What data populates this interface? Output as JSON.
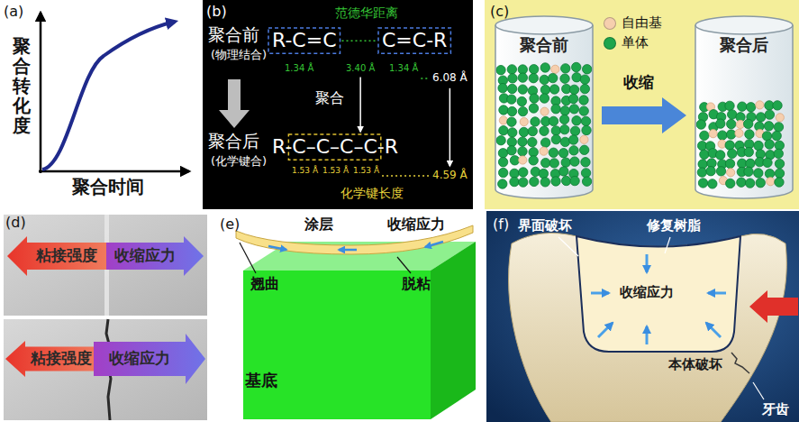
{
  "diagram": {
    "nodes": [
      {
        "text": [
          "聚合前"
        ]
      },
      {
        "text": [
          "聚合后"
        ]
      },
      {
        "text": [
          "粘接强度"
        ]
      },
      {
        "text": [
          "收缩应力"
        ]
      },
      {
        "text": [
          "粘接强度"
        ]
      },
      {
        "text": [
          "收缩应力"
        ]
      }
    ],
    "labels": [
      "(a)",
      "聚合转化度",
      "聚合时间",
      "(b)",
      "范德华距离",
      "聚合前",
      "(物理结合)",
      "R-C=C",
      "C=C-R",
      "1.34 Å",
      "3.40 Å",
      "1.34 Å",
      "6.08 Å",
      "聚合",
      "聚合后",
      "(化学键合)",
      "R-",
      "C–C–C–C",
      "-R",
      "1.53 Å",
      "1.53 Å",
      "1.53 Å",
      "4.59 Å",
      "化学键长度",
      "(c)",
      "收缩",
      "(d)",
      "(e)",
      "涂层",
      "收缩应力",
      "翘曲",
      "脱粘",
      "基底",
      "(f)",
      "界面破坏",
      "修复树脂",
      "收缩应力",
      "本体破坏",
      "牙齿"
    ],
    "legend": [
      {
        "text": "自由基",
        "color": "#f6cfae"
      },
      {
        "text": "单体",
        "color": "#1ea54c"
      }
    ]
  }
}
